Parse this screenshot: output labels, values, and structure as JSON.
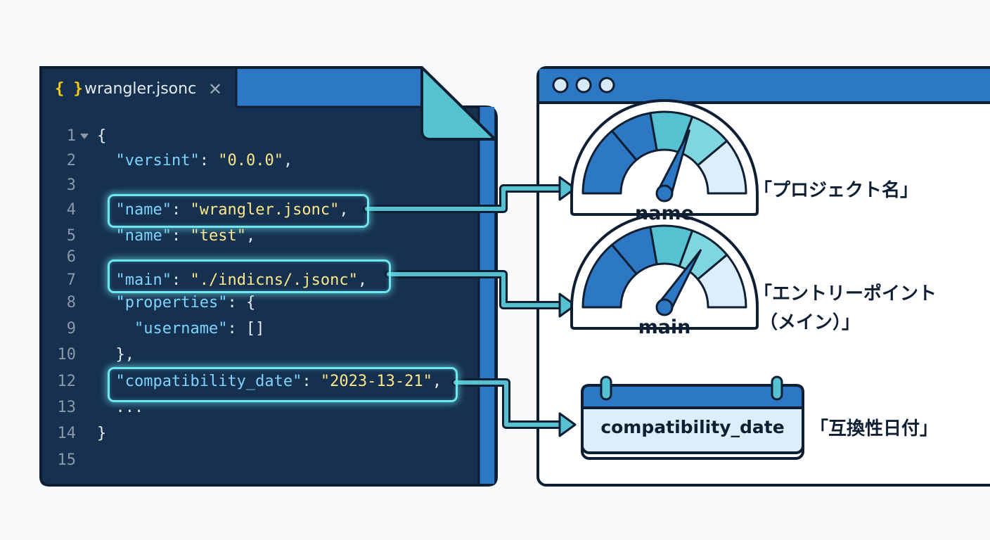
{
  "editor": {
    "tab": {
      "icon": "curly-braces-icon",
      "brace_text": "{ }",
      "filename": "wrangler.jsonc",
      "close_glyph": "✕"
    },
    "lines": [
      {
        "number": "1",
        "fold": true,
        "tokens": [
          {
            "t": "{",
            "c": "p"
          }
        ]
      },
      {
        "number": "2",
        "tokens": [
          {
            "t": "  "
          },
          {
            "t": "\"versint\"",
            "c": "k"
          },
          {
            "t": ": ",
            "c": "p"
          },
          {
            "t": "\"0.0.0\"",
            "c": "s"
          },
          {
            "t": ",",
            "c": "p"
          }
        ]
      },
      {
        "number": "3",
        "tokens": []
      },
      {
        "number": "4",
        "highlight": true,
        "tokens": [
          {
            "t": "  "
          },
          {
            "t": "\"name\"",
            "c": "k"
          },
          {
            "t": ": ",
            "c": "p"
          },
          {
            "t": "\"wrangler.jsonc\"",
            "c": "s"
          },
          {
            "t": ",",
            "c": "p"
          }
        ]
      },
      {
        "number": "5",
        "tokens": [
          {
            "t": "  "
          },
          {
            "t": "\"name\"",
            "c": "k"
          },
          {
            "t": ": ",
            "c": "p"
          },
          {
            "t": "\"test\"",
            "c": "s"
          },
          {
            "t": ",",
            "c": "p"
          }
        ]
      },
      {
        "number": "6",
        "tokens": []
      },
      {
        "number": "7",
        "highlight": true,
        "tokens": [
          {
            "t": "  "
          },
          {
            "t": "\"main\"",
            "c": "k"
          },
          {
            "t": ": ",
            "c": "p"
          },
          {
            "t": "\"./indicns/.jsonc\"",
            "c": "s"
          },
          {
            "t": ",",
            "c": "p"
          }
        ]
      },
      {
        "number": "8",
        "tokens": [
          {
            "t": "  "
          },
          {
            "t": "\"properties\"",
            "c": "k"
          },
          {
            "t": ": {",
            "c": "p"
          }
        ]
      },
      {
        "number": "9",
        "tokens": [
          {
            "t": "    "
          },
          {
            "t": "\"username\"",
            "c": "k"
          },
          {
            "t": ": []",
            "c": "p"
          }
        ]
      },
      {
        "number": "10",
        "tokens": [
          {
            "t": "  "
          },
          {
            "t": "},",
            "c": "p"
          }
        ]
      },
      {
        "number": "12",
        "highlight": true,
        "tokens": [
          {
            "t": "  "
          },
          {
            "t": "\"compatibility_date\"",
            "c": "k"
          },
          {
            "t": ": ",
            "c": "p"
          },
          {
            "t": "\"2023-13-21\"",
            "c": "s"
          },
          {
            "t": ",",
            "c": "p"
          }
        ]
      },
      {
        "number": "13",
        "tokens": [
          {
            "t": "  "
          },
          {
            "t": "...",
            "c": "p"
          }
        ]
      },
      {
        "number": "14",
        "tokens": [
          {
            "t": "}",
            "c": "p"
          }
        ]
      },
      {
        "number": "15",
        "tokens": []
      }
    ]
  },
  "browser": {
    "dots": [
      "dot-1",
      "dot-2",
      "dot-3"
    ],
    "items": [
      {
        "icon": "gauge-icon",
        "label": "name",
        "description": "「プロジェクト名」",
        "gauge_level": 0.62
      },
      {
        "icon": "gauge-icon",
        "label": "main",
        "description_lines": [
          "「エントリーポイント",
          "（メイン）」"
        ],
        "gauge_level": 0.68
      },
      {
        "icon": "calendar-icon",
        "label": "compatibility_date",
        "description": "「互換性日付」"
      }
    ]
  },
  "colors": {
    "editor_bg": "#163150",
    "blue": "#2d78c4",
    "teal": "#56c1d1",
    "light_teal": "#6ee7ef",
    "outline": "#0f1f33"
  }
}
